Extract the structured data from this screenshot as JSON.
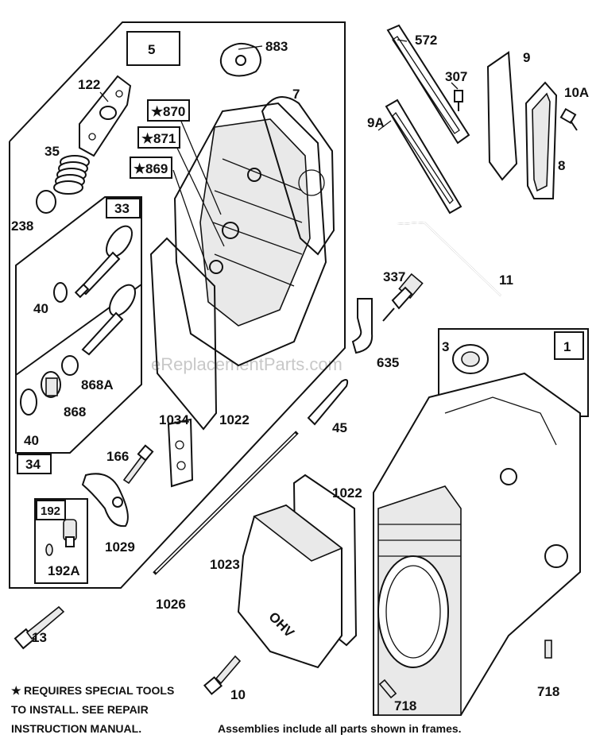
{
  "watermark": "eReplacementParts.com",
  "frames": {
    "head_assembly": "5",
    "exhaust_valve": "33",
    "intake_valve": "34",
    "breather": "192",
    "crankcase": "1"
  },
  "part_labels": {
    "p883": "883",
    "p7": "7",
    "p122": "122",
    "p35": "35",
    "p238": "238",
    "p870": "870",
    "p871": "871",
    "p869": "869",
    "p40a": "40",
    "p868A": "868A",
    "p868": "868",
    "p40b": "40",
    "p1022a": "1022",
    "p1034": "1034",
    "p166": "166",
    "p1029": "1029",
    "p192A": "192A",
    "p572": "572",
    "p307": "307",
    "p9": "9",
    "p10A": "10A",
    "p9A": "9A",
    "p8": "8",
    "p11": "11",
    "p337": "337",
    "p635": "635",
    "p45": "45",
    "p3": "3",
    "p1022b": "1022",
    "p1023": "1023",
    "p1026": "1026",
    "p13": "13",
    "p10": "10",
    "p718a": "718",
    "p718b": "718",
    "cover_text": "OHV"
  },
  "footnotes": {
    "star_note_line1": "REQUIRES SPECIAL TOOLS",
    "star_note_line2": "TO INSTALL.  SEE REPAIR",
    "star_note_line3": "INSTRUCTION MANUAL.",
    "assemblies_note": "Assemblies include all parts shown in frames."
  }
}
